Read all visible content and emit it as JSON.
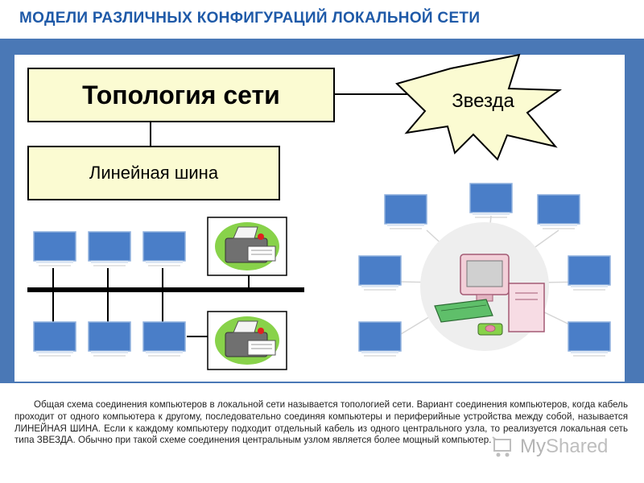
{
  "title": "МОДЕЛИ РАЗЛИЧНЫХ КОНФИГУРАЦИЙ ЛОКАЛЬНОЙ СЕТИ",
  "diagram": {
    "root_label": "Топология сети",
    "bus_label": "Линейная шина",
    "star_label": "Звезда"
  },
  "description": "Общая схема соединения компьютеров в локальной сети называется топологией сети. Вариант соединения компьютеров, когда кабель проходит от одного компьютера к другому, последовательно соединяя компьютеры и периферийные устройства между собой, называется ЛИНЕЙНАЯ ШИНА. Если к каждому компьютеру подходит отдельный кабель из одного центрального узла, то реализуется локальная сеть типа ЗВЕЗДА. Обычно при такой схеме соединения центральным узлом является более мощный компьютер.",
  "watermark": {
    "prefix": "My",
    "suffix": "Shared"
  },
  "colors": {
    "frame": "#4a78b6",
    "box_fill": "#fbfbd2",
    "title": "#1f5aa8",
    "monitor_screen": "#4a7ec8",
    "hub_circle": "#eeeeee"
  }
}
